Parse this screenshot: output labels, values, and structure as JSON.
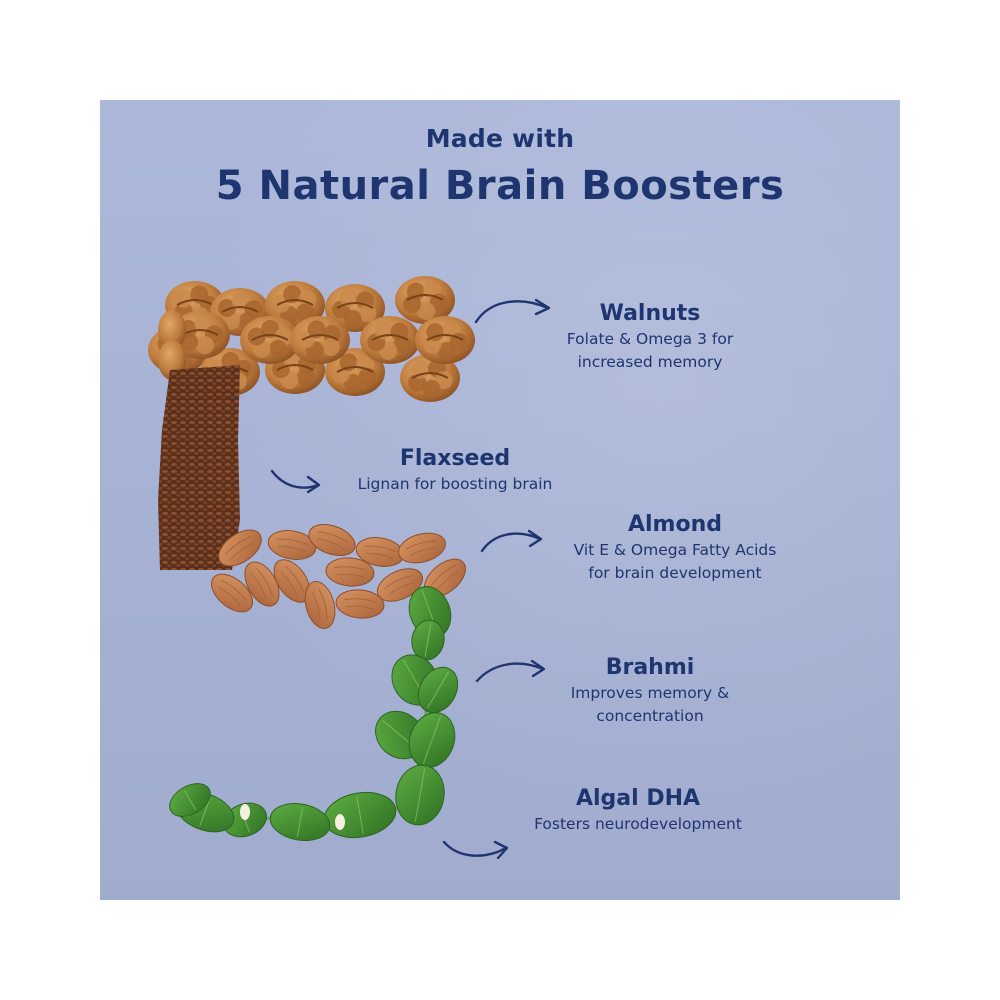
{
  "header": {
    "line1": "Made with",
    "line2": "5 Natural Brain Boosters"
  },
  "ingredients": [
    {
      "name": "Walnuts",
      "desc_lines": [
        "Folate & Omega 3 for",
        "increased memory"
      ]
    },
    {
      "name": "Flaxseed",
      "desc_lines": [
        "Lignan for boosting brain"
      ]
    },
    {
      "name": "Almond",
      "desc_lines": [
        "Vit E & Omega Fatty Acids",
        "for brain development"
      ]
    },
    {
      "name": "Brahmi",
      "desc_lines": [
        "Improves memory &",
        "concentration"
      ]
    },
    {
      "name": "Algal DHA",
      "desc_lines": [
        "Fosters neurodevelopment"
      ]
    }
  ],
  "colors": {
    "background": "#a9b5d9",
    "text": "#1f3570",
    "walnut": "#b8763a",
    "flaxseed": "#6b3a22",
    "almond": "#c07a48",
    "leaf": "#3f8a2e"
  },
  "icons": [
    "curved-arrow-icon",
    "walnut-icon",
    "flaxseed-icon",
    "almond-icon",
    "leaf-icon"
  ]
}
